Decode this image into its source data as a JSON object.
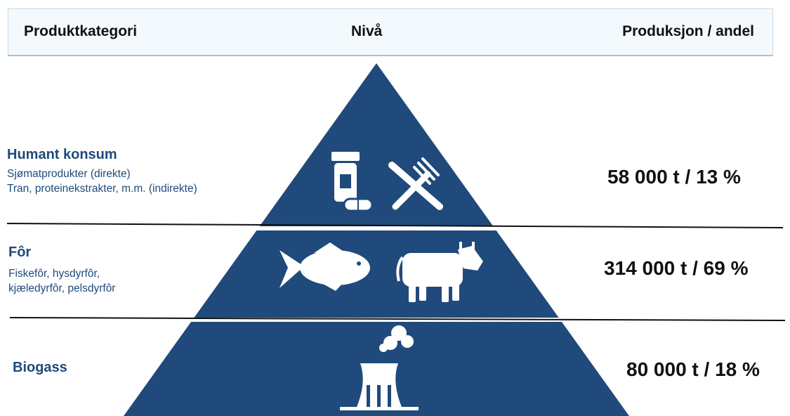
{
  "header": {
    "category_label": "Produktkategori",
    "level_label": "Nivå",
    "production_label": "Produksjon / andel"
  },
  "levels": [
    {
      "title": "Humant konsum",
      "desc": [
        "Sjømatprodukter (direkte)",
        "Tran, proteinekstrakter, m.m. (indirekte)"
      ],
      "value": "58 000 t / 13 %",
      "icons": [
        "supplement-jar-icon",
        "fork-knife-icon"
      ]
    },
    {
      "title": "Fôr",
      "desc": [
        "Fiskefôr, hysdyrfôr,",
        "kjæledyrfôr, pelsdyrfôr"
      ],
      "value": "314 000 t / 69 %",
      "icons": [
        "fish-icon",
        "cow-icon"
      ]
    },
    {
      "title": "Biogass",
      "desc": [],
      "value": "80 000 t / 18 %",
      "icons": [
        "power-plant-icon"
      ]
    }
  ],
  "colors": {
    "pyramid": "#1f4a7b",
    "text_accent": "#1f4a7b",
    "header_bg": "#f4f9fd"
  }
}
